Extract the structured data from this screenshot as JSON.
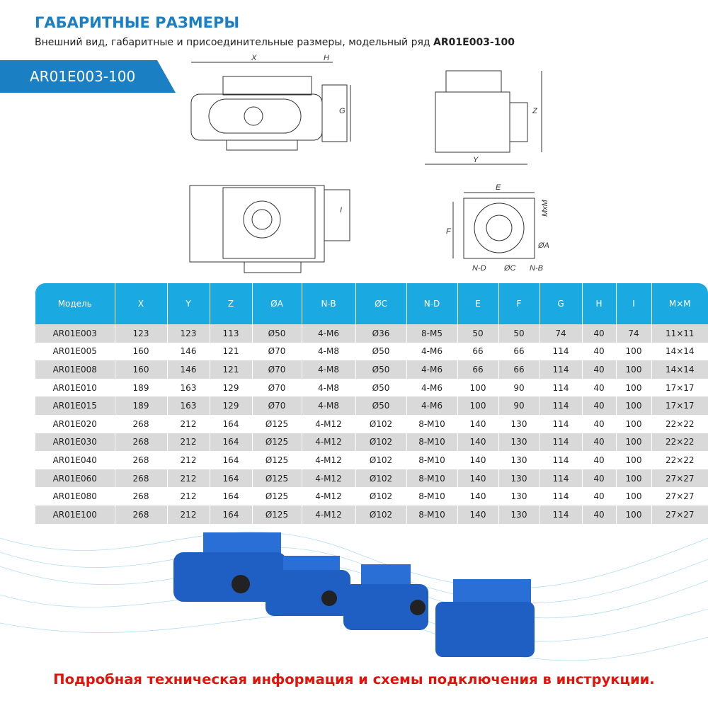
{
  "header": {
    "title": "ГАБАРИТНЫЕ РАЗМЕРЫ",
    "subtitle": "Внешний вид, габаритные и присоединительные размеры, модельный ряд",
    "subtitle_model": "AR01E003-100"
  },
  "badge": {
    "label": "AR01E003-100"
  },
  "drawing_labels": {
    "x": "X",
    "h": "H",
    "g": "G",
    "i": "I",
    "z": "Z",
    "y": "Y",
    "e": "E",
    "f": "F",
    "mxm": "MxM",
    "a": "ØA",
    "nd": "N-D",
    "c": "ØC",
    "nb": "N-B"
  },
  "table": {
    "columns": [
      "Модель",
      "X",
      "Y",
      "Z",
      "ØA",
      "N-B",
      "ØC",
      "N-D",
      "E",
      "F",
      "G",
      "H",
      "I",
      "M×M"
    ],
    "rows": [
      [
        "AR01E003",
        "123",
        "123",
        "113",
        "Ø50",
        "4-M6",
        "Ø36",
        "8-M5",
        "50",
        "50",
        "74",
        "40",
        "74",
        "11×11"
      ],
      [
        "AR01E005",
        "160",
        "146",
        "121",
        "Ø70",
        "4-M8",
        "Ø50",
        "4-M6",
        "66",
        "66",
        "114",
        "40",
        "100",
        "14×14"
      ],
      [
        "AR01E008",
        "160",
        "146",
        "121",
        "Ø70",
        "4-M8",
        "Ø50",
        "4-M6",
        "66",
        "66",
        "114",
        "40",
        "100",
        "14×14"
      ],
      [
        "AR01E010",
        "189",
        "163",
        "129",
        "Ø70",
        "4-M8",
        "Ø50",
        "4-M6",
        "100",
        "90",
        "114",
        "40",
        "100",
        "17×17"
      ],
      [
        "AR01E015",
        "189",
        "163",
        "129",
        "Ø70",
        "4-M8",
        "Ø50",
        "4-M6",
        "100",
        "90",
        "114",
        "40",
        "100",
        "17×17"
      ],
      [
        "AR01E020",
        "268",
        "212",
        "164",
        "Ø125",
        "4-M12",
        "Ø102",
        "8-M10",
        "140",
        "130",
        "114",
        "40",
        "100",
        "22×22"
      ],
      [
        "AR01E030",
        "268",
        "212",
        "164",
        "Ø125",
        "4-M12",
        "Ø102",
        "8-M10",
        "140",
        "130",
        "114",
        "40",
        "100",
        "22×22"
      ],
      [
        "AR01E040",
        "268",
        "212",
        "164",
        "Ø125",
        "4-M12",
        "Ø102",
        "8-M10",
        "140",
        "130",
        "114",
        "40",
        "100",
        "22×22"
      ],
      [
        "AR01E060",
        "268",
        "212",
        "164",
        "Ø125",
        "4-M12",
        "Ø102",
        "8-M10",
        "140",
        "130",
        "114",
        "40",
        "100",
        "27×27"
      ],
      [
        "AR01E080",
        "268",
        "212",
        "164",
        "Ø125",
        "4-M12",
        "Ø102",
        "8-M10",
        "140",
        "130",
        "114",
        "40",
        "100",
        "27×27"
      ],
      [
        "AR01E100",
        "268",
        "212",
        "164",
        "Ø125",
        "4-M12",
        "Ø102",
        "8-M10",
        "140",
        "130",
        "114",
        "40",
        "100",
        "27×27"
      ]
    ]
  },
  "footer": {
    "note": "Подробная техническая информация и схемы подключения в инструкции."
  },
  "colors": {
    "brand": "#1b7fc4",
    "table_header": "#1ba9e1",
    "row_alt": "#d9d9d9",
    "footer": "#e3120b",
    "actuator": "#2a6fd6"
  }
}
